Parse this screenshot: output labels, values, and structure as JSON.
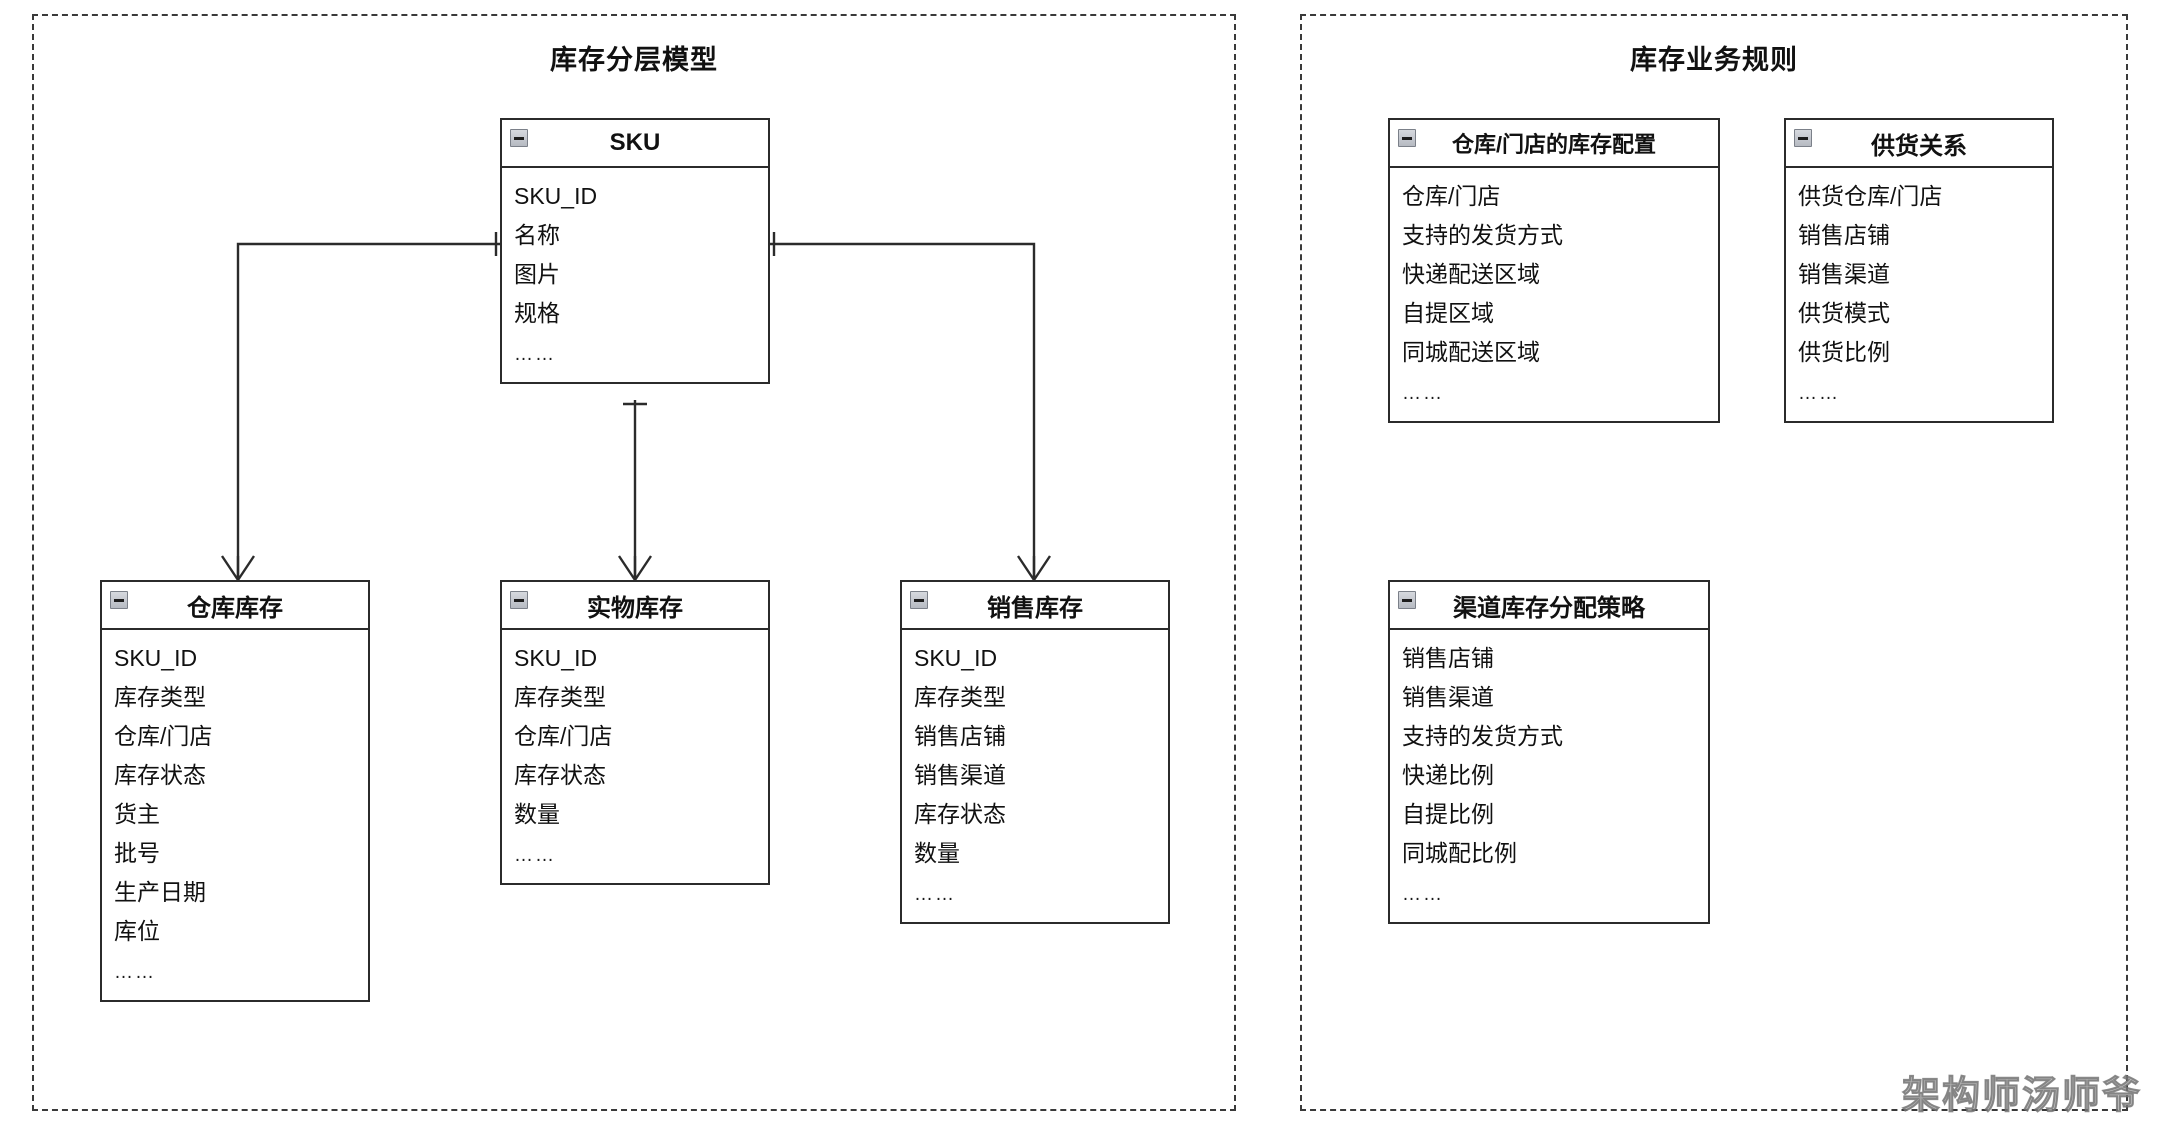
{
  "diagram": {
    "type": "er-diagram",
    "watermark": "架构师汤师爷",
    "panels": [
      {
        "id": "layer-model",
        "title": "库存分层模型"
      },
      {
        "id": "business-rules",
        "title": "库存业务规则"
      }
    ],
    "entities": [
      {
        "id": "sku",
        "title": "SKU",
        "collapse_icon": "minus-icon",
        "attributes": [
          "SKU_ID",
          "名称",
          "图片",
          "规格",
          "……"
        ]
      },
      {
        "id": "warehouse-inventory",
        "title": "仓库库存",
        "collapse_icon": "minus-icon",
        "attributes": [
          "SKU_ID",
          "库存类型",
          "仓库/门店",
          "库存状态",
          "货主",
          "批号",
          "生产日期",
          "库位",
          "……"
        ]
      },
      {
        "id": "physical-inventory",
        "title": "实物库存",
        "collapse_icon": "minus-icon",
        "attributes": [
          "SKU_ID",
          "库存类型",
          "仓库/门店",
          "库存状态",
          "数量",
          "……"
        ]
      },
      {
        "id": "sales-inventory",
        "title": "销售库存",
        "collapse_icon": "minus-icon",
        "attributes": [
          "SKU_ID",
          "库存类型",
          "销售店铺",
          "销售渠道",
          "库存状态",
          "数量",
          "……"
        ]
      },
      {
        "id": "warehouse-store-config",
        "title": "仓库/门店的库存配置",
        "collapse_icon": "minus-icon",
        "attributes": [
          "仓库/门店",
          "支持的发货方式",
          "快递配送区域",
          "自提区域",
          "同城配送区域",
          "……"
        ]
      },
      {
        "id": "supply-relation",
        "title": "供货关系",
        "collapse_icon": "minus-icon",
        "attributes": [
          "供货仓库/门店",
          "销售店铺",
          "销售渠道",
          "供货模式",
          "供货比例",
          "……"
        ]
      },
      {
        "id": "channel-allocation-policy",
        "title": "渠道库存分配策略",
        "collapse_icon": "minus-icon",
        "attributes": [
          "销售店铺",
          "销售渠道",
          "支持的发货方式",
          "快递比例",
          "自提比例",
          "同城配比例",
          "……"
        ]
      }
    ],
    "relationships": [
      {
        "id": "sku-to-warehouse-inventory",
        "from": "sku",
        "to": "warehouse-inventory",
        "from_cardinality": "one",
        "to_cardinality": "many"
      },
      {
        "id": "sku-to-physical-inventory",
        "from": "sku",
        "to": "physical-inventory",
        "from_cardinality": "one",
        "to_cardinality": "many"
      },
      {
        "id": "sku-to-sales-inventory",
        "from": "sku",
        "to": "sales-inventory",
        "from_cardinality": "one",
        "to_cardinality": "many"
      }
    ],
    "colors": {
      "line": "#2b2b2b",
      "panel_border": "#3a3a3a",
      "background": "#ffffff",
      "text": "#111111",
      "icon_face": "#c3c7cd"
    }
  }
}
